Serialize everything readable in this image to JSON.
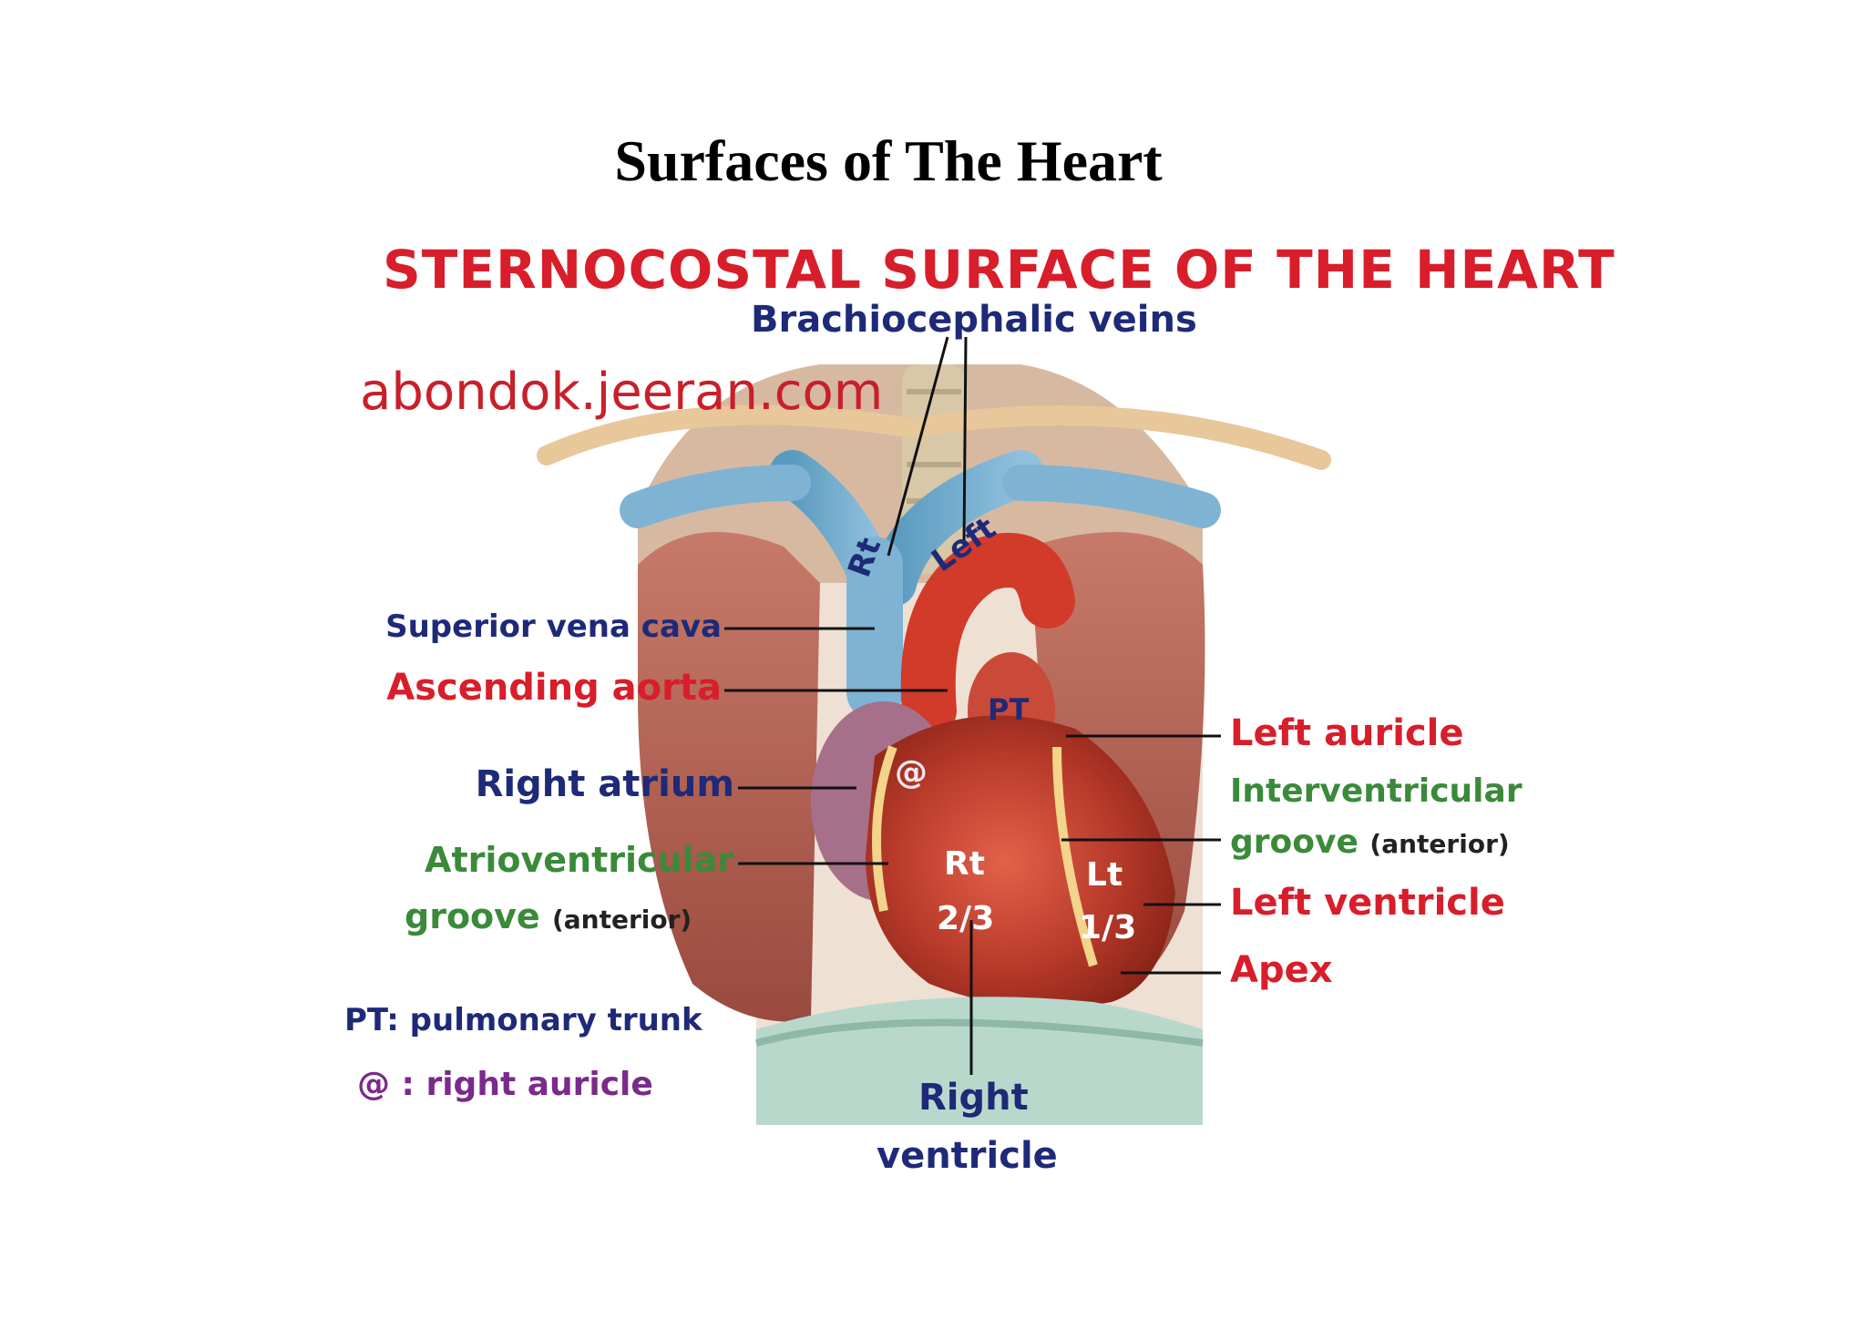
{
  "page": {
    "title": "Surfaces of The Heart"
  },
  "figure": {
    "title": "STERNOCOSTAL SURFACE OF THE HEART",
    "watermark": "abondok.jeeran.com",
    "colors": {
      "red": "#d81e2a",
      "navy": "#1e2a78",
      "green": "#3a8a3a",
      "purple": "#7a2a8a"
    },
    "labels": {
      "brachiocephalic": "Brachiocephalic veins",
      "rt_vein": "Rt",
      "left_vein": "Left",
      "svc": "Superior vena cava",
      "asc_aorta": "Ascending aorta",
      "pt": "PT",
      "right_atrium": "Right atrium",
      "av_groove_1": "Atrioventricular",
      "av_groove_2": "groove",
      "av_groove_note": "(anterior)",
      "pt_legend": "PT: pulmonary trunk",
      "at_legend": "@ : right auricle",
      "left_auricle": "Left auricle",
      "iv_groove_1": "Interventricular",
      "iv_groove_2": "groove",
      "iv_groove_note": "(anterior)",
      "left_ventricle": "Left ventricle",
      "apex": "Apex",
      "rv_1": "Right",
      "rv_2": "ventricle",
      "rt": "Rt",
      "rt_frac": "2/3",
      "lt": "Lt",
      "lt_frac": "1/3",
      "at": "@"
    }
  }
}
